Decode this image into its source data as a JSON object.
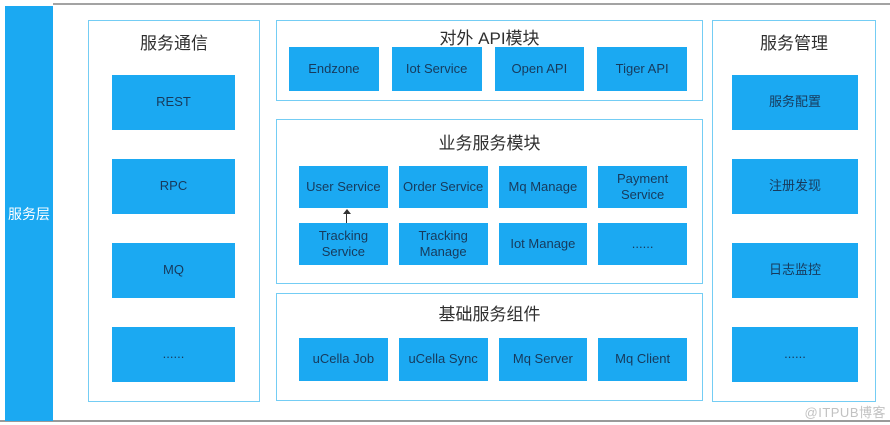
{
  "colors": {
    "node_blue": "#1BA9F2",
    "panel_border_blue": "#74CDF4",
    "node_text": "#173A5C",
    "title_text": "#2F2F2F",
    "divider_gray": "#A3A3A3",
    "layer_bar_text": "#FFFFFF",
    "watermark_gray": "#C2C2C2",
    "arrow_color": "#333333"
  },
  "layer": {
    "label": "服务层"
  },
  "panels": {
    "comm": {
      "title": "服务通信",
      "items": [
        "REST",
        "RPC",
        "MQ",
        "......"
      ]
    },
    "api": {
      "title": "对外 API模块",
      "items": [
        "Endzone",
        "Iot Service",
        "Open API",
        "Tiger API"
      ]
    },
    "business": {
      "title": "业务服务模块",
      "rows": [
        [
          "User Service",
          "Order Service",
          "Mq Manage",
          "Payment Service"
        ],
        [
          "Tracking Service",
          "Tracking Manage",
          "Iot Manage",
          "......"
        ]
      ]
    },
    "base": {
      "title": "基础服务组件",
      "items": [
        "uCella Job",
        "uCella Sync",
        "Mq Server",
        "Mq Client"
      ]
    },
    "mgmt": {
      "title": "服务管理",
      "items": [
        "服务配置",
        "注册发现",
        "日志监控",
        "......"
      ]
    }
  },
  "watermark": {
    "text": "@ITPUB博客"
  }
}
